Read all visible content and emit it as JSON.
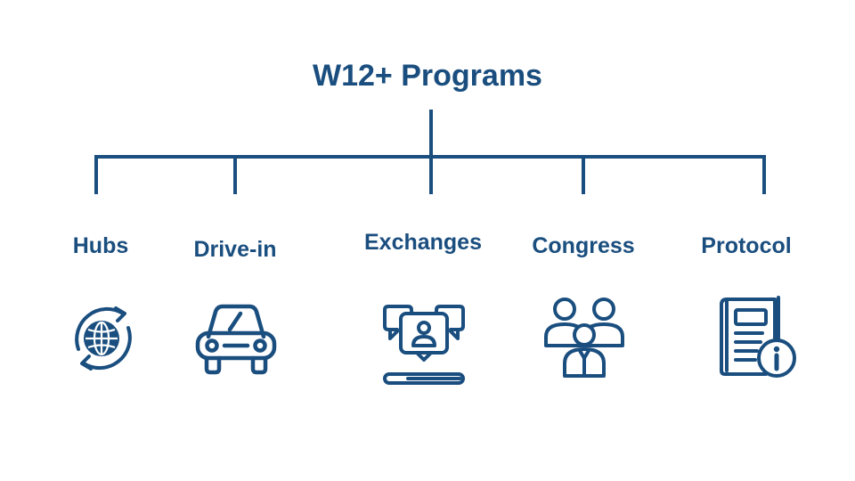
{
  "colors": {
    "accent": "#1a4e7f"
  },
  "title": "W12+ Programs",
  "programs": [
    {
      "label": "Hubs",
      "icon": "globe-sync-icon"
    },
    {
      "label": "Drive-in",
      "icon": "car-icon"
    },
    {
      "label": "Exchanges",
      "icon": "chat-exchange-icon"
    },
    {
      "label": "Congress",
      "icon": "people-group-icon"
    },
    {
      "label": "Protocol",
      "icon": "book-info-icon"
    }
  ]
}
